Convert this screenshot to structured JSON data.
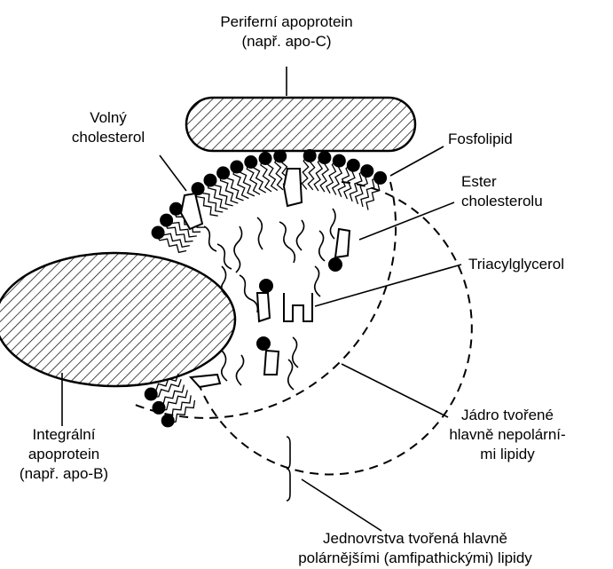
{
  "labels": {
    "peripheral_line1": "Periferní apoprotein",
    "peripheral_line2": "(např. apo-C)",
    "free_chol_line1": "Volný",
    "free_chol_line2": "cholesterol",
    "phospholipid": "Fosfolipid",
    "ester_line1": "Ester",
    "ester_line2": "cholesterolu",
    "triacylglycerol": "Triacylglycerol",
    "integral_line1": "Integrální",
    "integral_line2": "apoprotein",
    "integral_line3": "(např. apo-B)",
    "core_line1": "Jádro tvořené",
    "core_line2": "hlavně nepolární-",
    "core_line3": "mi lipidy",
    "monolayer_line1": "Jednovrstva tvořená hlavně",
    "monolayer_line2": "polárnějšími (amfipathickými) lipidy"
  },
  "colors": {
    "ink": "#000000",
    "background": "#ffffff"
  }
}
